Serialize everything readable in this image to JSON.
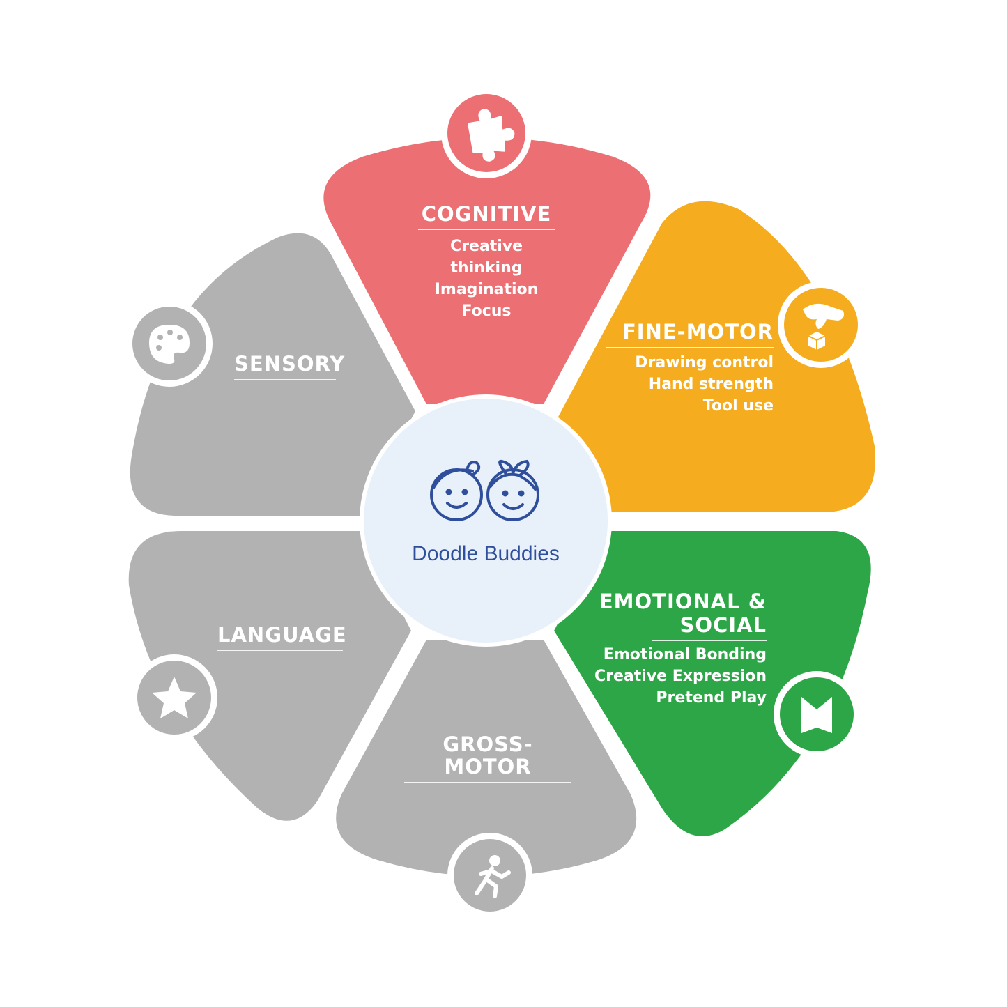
{
  "center": {
    "label": "Doodle Buddies",
    "icon": "two-kids-faces-icon"
  },
  "colors": {
    "cognitive": "#ec6f73",
    "fine_motor": "#f5ad1f",
    "emotional": "#2ca646",
    "gray": "#b2b2b2",
    "center_fill": "#e8f0fa",
    "center_ink": "#2f4f9c"
  },
  "petals": [
    {
      "id": "cognitive",
      "title": "COGNITIVE",
      "lines": [
        "Creative thinking",
        "Imagination",
        "Focus"
      ],
      "icon": "puzzle-piece-icon"
    },
    {
      "id": "fine_motor",
      "title": "FINE-MOTOR",
      "lines": [
        "Drawing control",
        "Hand strength",
        "Tool use"
      ],
      "icon": "hand-block-icon"
    },
    {
      "id": "emotional",
      "title_line1": "EMOTIONAL &",
      "title_line2": "SOCIAL",
      "lines": [
        "Emotional Bonding",
        "Creative Expression",
        "Pretend Play"
      ],
      "icon": "open-book-icon"
    },
    {
      "id": "gross_motor",
      "title": "GROSS-MOTOR",
      "lines": [],
      "icon": "running-person-icon"
    },
    {
      "id": "language",
      "title": "LANGUAGE",
      "lines": [],
      "icon": "star-icon"
    },
    {
      "id": "sensory",
      "title": "SENSORY",
      "lines": [],
      "icon": "paint-palette-icon"
    }
  ]
}
